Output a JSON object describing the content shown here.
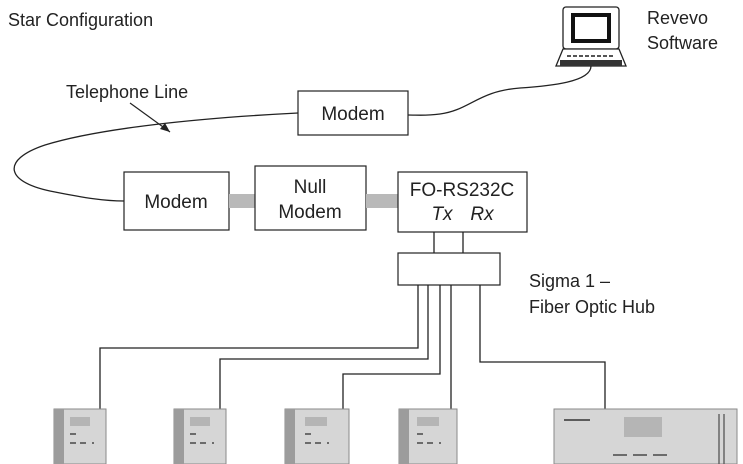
{
  "title": "Star Configuration",
  "software_label": [
    "Revevo",
    "Software"
  ],
  "line_label": "Telephone Line",
  "modem_top": "Modem",
  "modem_left": "Modem",
  "null_modem": [
    "Null",
    "Modem"
  ],
  "fo_rs232c": {
    "name": "FO-RS232C",
    "tx": "Tx",
    "rx": "Rx"
  },
  "hub_label": [
    "Sigma 1 –",
    "Fiber Optic Hub"
  ],
  "icons": {
    "computer": "computer-terminal-icon",
    "small_device": "panel-device-icon",
    "large_device": "panel-device-large-icon"
  },
  "colors": {
    "line": "#222222",
    "connector": "#b9b9b9",
    "device_body": "#d6d6d6",
    "device_strip": "#9c9c9c"
  }
}
